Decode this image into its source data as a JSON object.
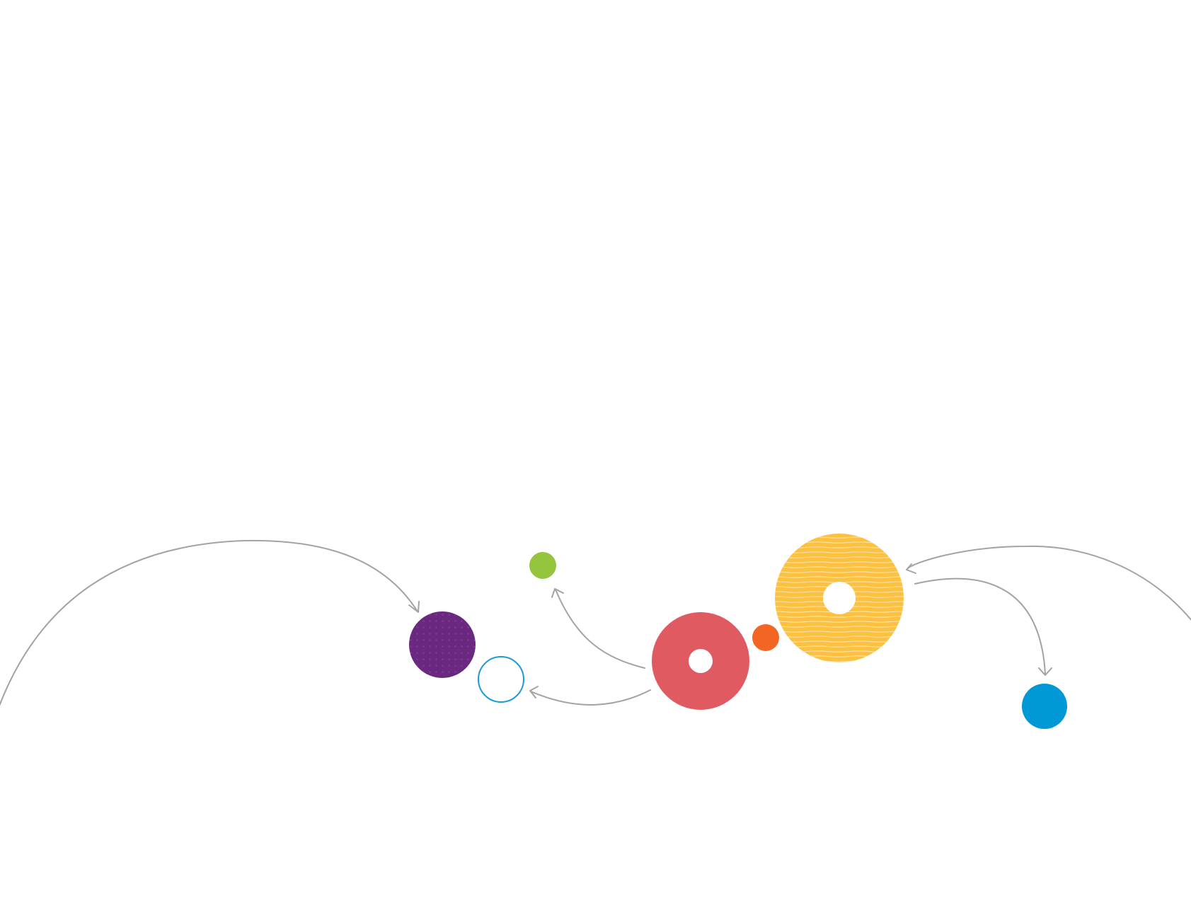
{
  "colors": {
    "arrow": "#a3a3a3",
    "purple": "#6b2880",
    "outline_blue": "#1e9ad6",
    "green": "#94c53c",
    "red": "#e05a62",
    "orange": "#f26522",
    "yellow": "#fcc141",
    "blue": "#0099d6",
    "background": "#ffffff"
  },
  "nodes": [
    {
      "name": "purple-dotted-circle",
      "style": "dotted-fill",
      "color_key": "purple"
    },
    {
      "name": "blue-outline-circle",
      "style": "outline",
      "color_key": "outline_blue"
    },
    {
      "name": "green-circle",
      "style": "solid",
      "color_key": "green"
    },
    {
      "name": "red-ring",
      "style": "ring",
      "color_key": "red"
    },
    {
      "name": "orange-circle",
      "style": "solid",
      "color_key": "orange"
    },
    {
      "name": "yellow-striped-ring",
      "style": "striped-ring",
      "color_key": "yellow"
    },
    {
      "name": "blue-circle",
      "style": "solid",
      "color_key": "blue"
    }
  ],
  "connections": [
    {
      "name": "arrow-left-arc-to-purple",
      "from": "offscreen-left",
      "to": "purple-dotted-circle"
    },
    {
      "name": "arrow-red-to-green",
      "from": "red-ring",
      "to": "green-circle"
    },
    {
      "name": "arrow-red-to-outline",
      "from": "red-ring",
      "to": "blue-outline-circle"
    },
    {
      "name": "arrow-right-arc-to-yellow",
      "from": "offscreen-right",
      "to": "yellow-striped-ring"
    },
    {
      "name": "arrow-yellow-to-blue",
      "from": "yellow-striped-ring",
      "to": "blue-circle"
    }
  ]
}
